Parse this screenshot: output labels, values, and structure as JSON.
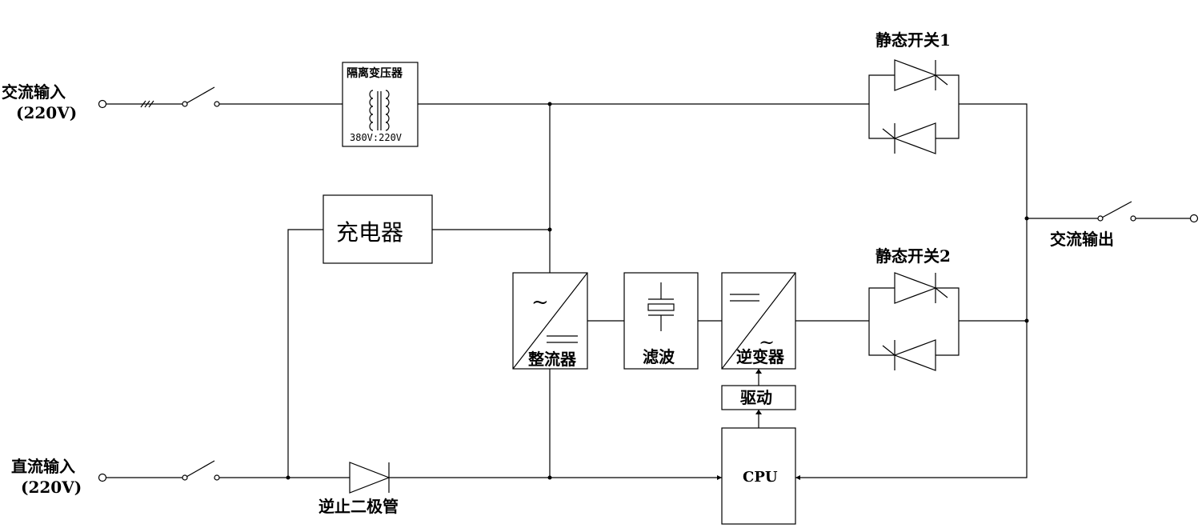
{
  "inputs": {
    "ac_input_label": "交流输入",
    "ac_input_voltage": "(220V)",
    "dc_input_label": "直流输入",
    "dc_input_voltage": "(220V)"
  },
  "transformer": {
    "title": "隔离变压器",
    "ratio": "380V:220V"
  },
  "blocks": {
    "charger": "充电器",
    "rectifier": "整流器",
    "filter": "滤波",
    "inverter": "逆变器",
    "driver": "驱动",
    "cpu": "CPU"
  },
  "switches": {
    "static_switch_1": "静态开关1",
    "static_switch_2": "静态开关2"
  },
  "components": {
    "blocking_diode": "逆止二极管"
  },
  "output": {
    "ac_output_label": "交流输出"
  },
  "symbols": {
    "ac": "~",
    "ac_tilde_icon": "tilde-icon",
    "dc_icon": "dc-lines-icon"
  }
}
